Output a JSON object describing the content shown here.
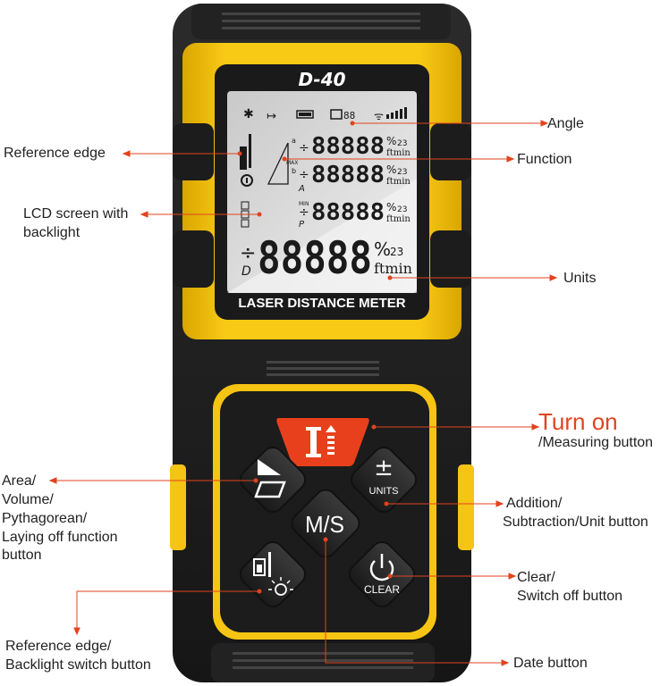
{
  "device": {
    "model": "D-40",
    "screen_caption": "LASER DISTANCE METER",
    "lcd": {
      "digits_small": "88888",
      "digits_large": "88888",
      "unit": "ftmin",
      "percent": "%",
      "superscript": "23",
      "row_a": "a",
      "row_b": "b",
      "max": "MAX",
      "min": "MIN",
      "letter_A": "A",
      "letter_P": "P",
      "letter_D": "D",
      "sign": "÷"
    },
    "buttons": {
      "measure_symbol": "I",
      "ms_label": "M/S",
      "units_symbol": "±",
      "units_label": "UNITS",
      "clear_label": "CLEAR"
    }
  },
  "callouts": {
    "angle": "Angle",
    "function": "Function",
    "reference_edge": "Reference edge",
    "lcd_line1": "LCD screen with",
    "lcd_line2": "backlight",
    "units": "Units",
    "turn_on": "Turn on",
    "measuring_button": "/Measuring button",
    "area_lines": [
      "Area/",
      "Volume/",
      "Pythagorean/",
      "Laying off function",
      "button"
    ],
    "addition_line1": "Addition/",
    "addition_line2": "Subtraction/Unit button",
    "clear_line1": "Clear/",
    "clear_line2": "Switch off button",
    "ref_backlight_line1": "Reference edge/",
    "ref_backlight_line2": "Backlight switch button",
    "date_button": "Date button"
  },
  "colors": {
    "accent_red": "#e2431e",
    "device_yellow": "#f6c413",
    "device_black": "#1d1d1d",
    "lcd_bg": "#d8d8d8"
  }
}
